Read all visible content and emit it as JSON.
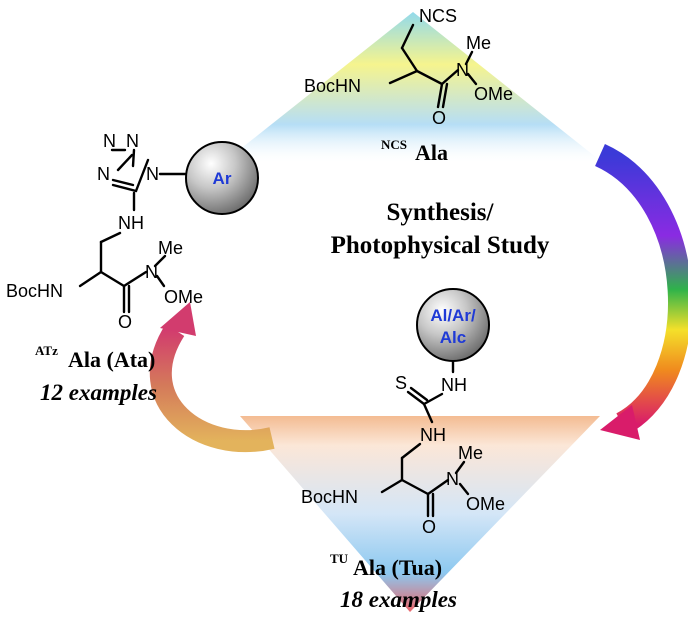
{
  "title_line1": "Synthesis/",
  "title_line2": "Photophysical Study",
  "top_compound": {
    "sup": "NCS",
    "name": "Ala",
    "group": "NCS",
    "me": "Me",
    "n": "N",
    "ome": "OMe",
    "bochn": "BocHN",
    "o": "O"
  },
  "left_compound": {
    "sup": "ATz",
    "name": "Ala (Ata)",
    "examples": "12 examples",
    "ring_n1": "N",
    "ring_n2": "N",
    "ring_n3": "N",
    "ring_n4": "N",
    "ball": "Ar",
    "nh": "NH",
    "me": "Me",
    "n": "N",
    "ome": "OMe",
    "bochn": "BocHN",
    "o": "O"
  },
  "bottom_compound": {
    "sup": "TU",
    "name": "Ala (Tua)",
    "examples": "18 examples",
    "ball": "Al/Ar/Alc",
    "ball_line1": "Al/Ar/",
    "ball_line2": "Alc",
    "s": "S",
    "nh_top": "NH",
    "nh": "NH",
    "me": "Me",
    "n": "N",
    "ome": "OMe",
    "bochn": "BocHN",
    "o": "O"
  },
  "colors": {
    "arrow_right": "#8a2be2",
    "arrow_left": "#d9a24a",
    "ball": "#9a9a9a",
    "ball_text": "#1f3ad6"
  }
}
